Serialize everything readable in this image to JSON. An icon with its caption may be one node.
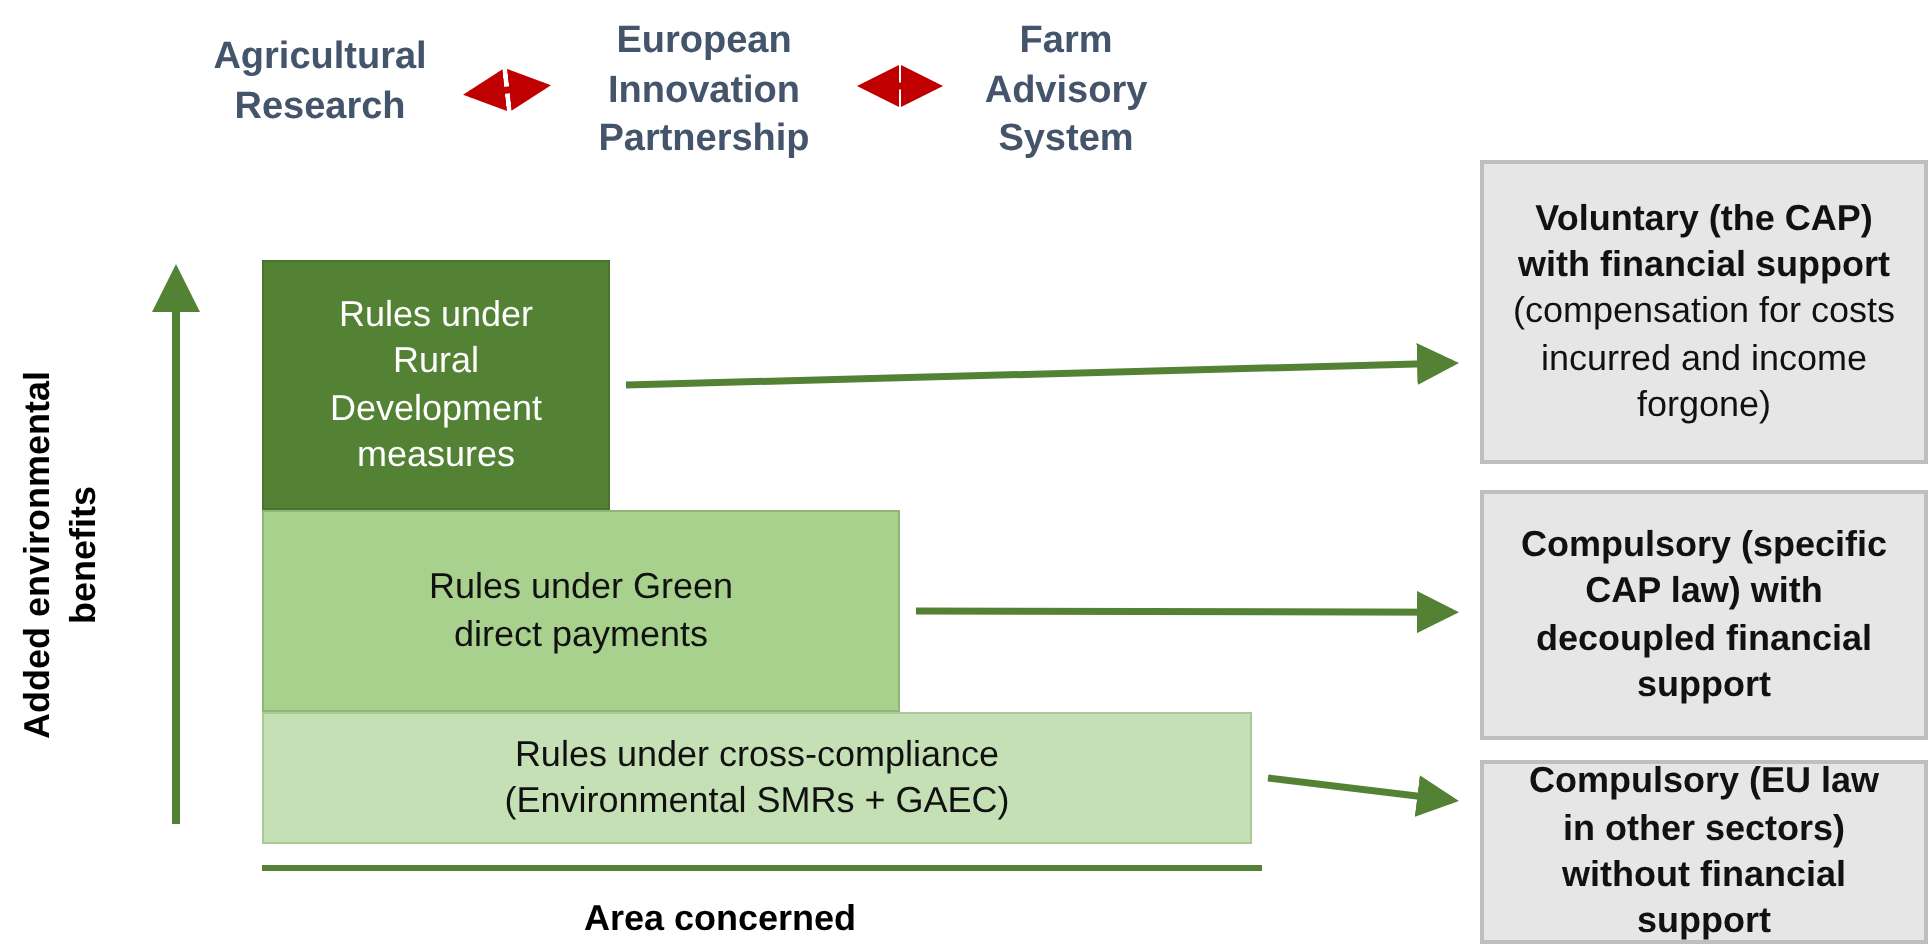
{
  "diagram": {
    "nodes": [
      {
        "text": [
          "Agricultural Research"
        ]
      },
      {
        "text": [
          "European Innovation Partnership"
        ]
      },
      {
        "text": [
          "Farm Advisory System"
        ]
      },
      {
        "text": [
          "Rules under Rural Development measures"
        ]
      },
      {
        "text": [
          "Rules under Green direct payments"
        ]
      },
      {
        "text": [
          "Rules under cross-compliance (Environmental SMRs + GAEC)"
        ]
      },
      {
        "text": [
          "Voluntary (the CAP) with financial support",
          "(compensation for costs incurred and income forgone)"
        ]
      },
      {
        "text": [
          "Compulsory (specific CAP law) with decoupled financial support"
        ]
      },
      {
        "text": [
          "Compulsory (EU law in other sectors) without financial support"
        ]
      }
    ],
    "edges": [
      {
        "from": 0,
        "to": 1,
        "arrow": "both",
        "color": "#c00000"
      },
      {
        "from": 1,
        "to": 2,
        "arrow": "both",
        "color": "#c00000"
      },
      {
        "from": 3,
        "to": 6,
        "arrow": "to"
      },
      {
        "from": 4,
        "to": 7,
        "arrow": "to"
      },
      {
        "from": 5,
        "to": 8,
        "arrow": "to"
      }
    ],
    "labels": [
      "Added environmental benefits",
      "Area concerned"
    ]
  }
}
